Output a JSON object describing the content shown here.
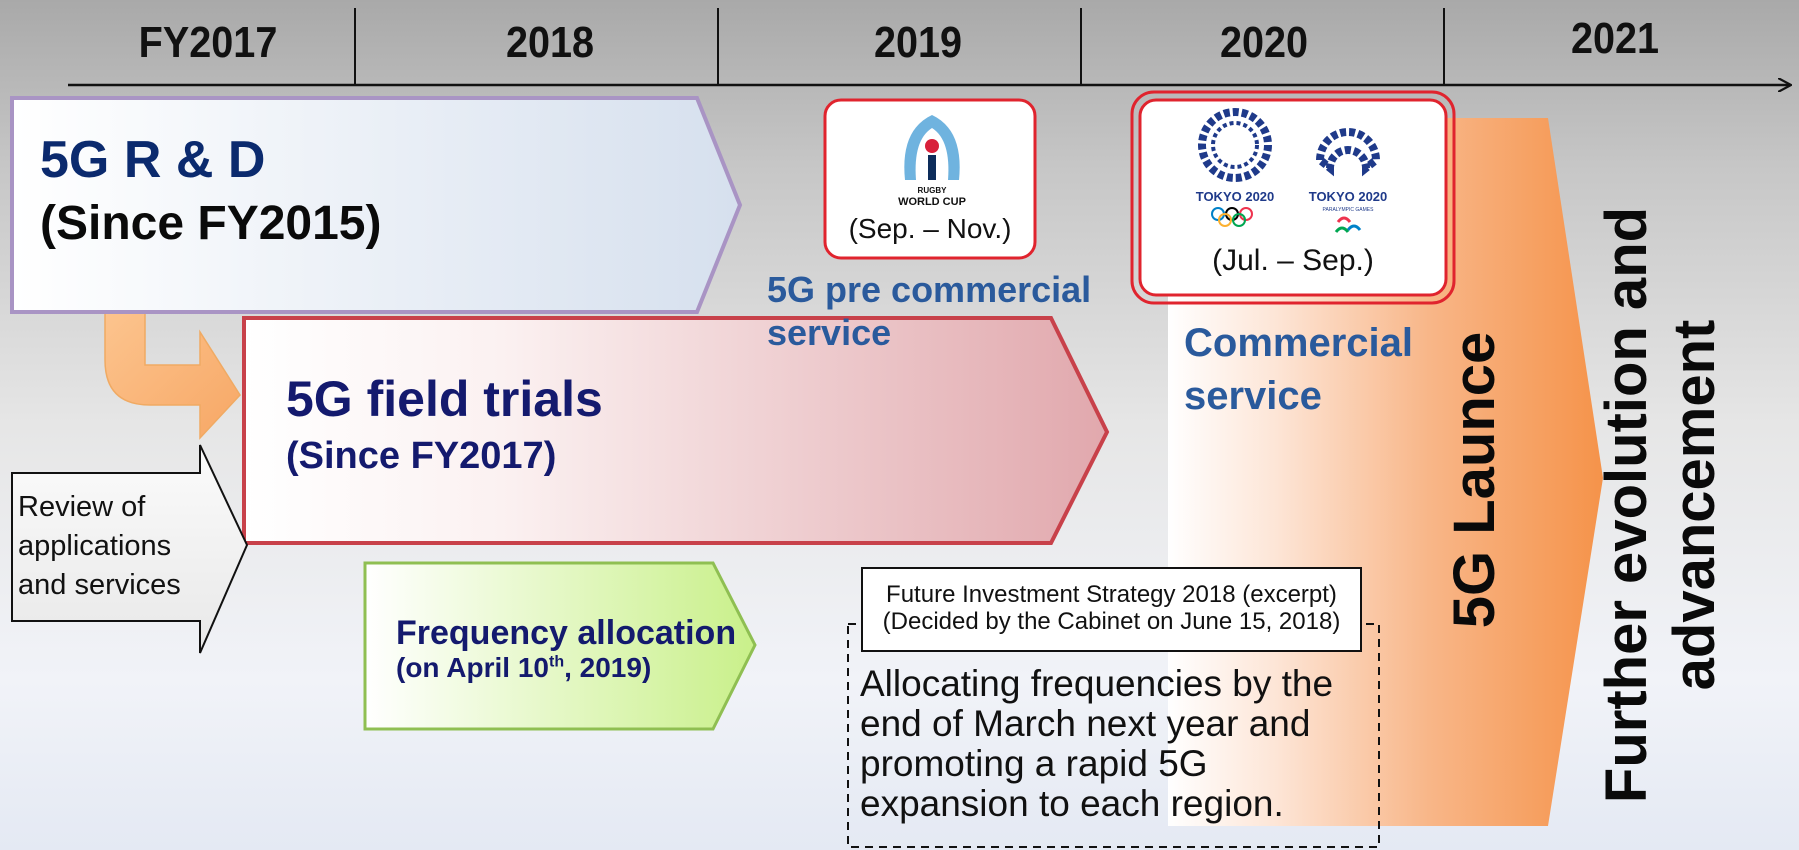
{
  "timeline": {
    "years": [
      "FY2017",
      "2018",
      "2019",
      "2020",
      "2021"
    ]
  },
  "rd": {
    "title": "5G R & D",
    "subtitle": "(Since FY2015)"
  },
  "field_trials": {
    "title": "5G field trials",
    "subtitle": "(Since FY2017)"
  },
  "review": {
    "lines": [
      "Review of",
      "applications",
      "and services"
    ]
  },
  "frequency": {
    "title": "Frequency allocation",
    "sub_prefix": "(on April 10",
    "sub_sup": "th",
    "sub_suffix": ", 2019)"
  },
  "rugby": {
    "logo_lines": [
      "RUGBY",
      "WORLD CUP"
    ],
    "dates": "(Sep. – Nov.)"
  },
  "olympics": {
    "logo_text_1": "TOKYO 2020",
    "logo_text_2": "TOKYO 2020",
    "logo_sub_2": "PARALYMPIC GAMES",
    "dates": "(Jul. – Sep.)"
  },
  "pre_commercial": {
    "line1": "5G pre commercial",
    "line2": "service"
  },
  "commercial": {
    "line1": "Commercial",
    "line2": "service"
  },
  "launch": {
    "label": "5G Launce"
  },
  "further": {
    "line1": "Further evolution and",
    "line2": "advancement"
  },
  "strategy": {
    "title_line1": "Future Investment Strategy 2018 (excerpt)",
    "title_line2": "(Decided by the Cabinet on June 15, 2018)",
    "body_lines": [
      "Allocating frequencies by the",
      "end of March next year and",
      "promoting a rapid 5G",
      "expansion to each region."
    ]
  },
  "colors": {
    "navy": "#0b2a6e",
    "steel_blue": "#2a5a9c",
    "red_border": "#c8414a",
    "orange": "#f5964a",
    "green_border": "#8fbf52"
  }
}
